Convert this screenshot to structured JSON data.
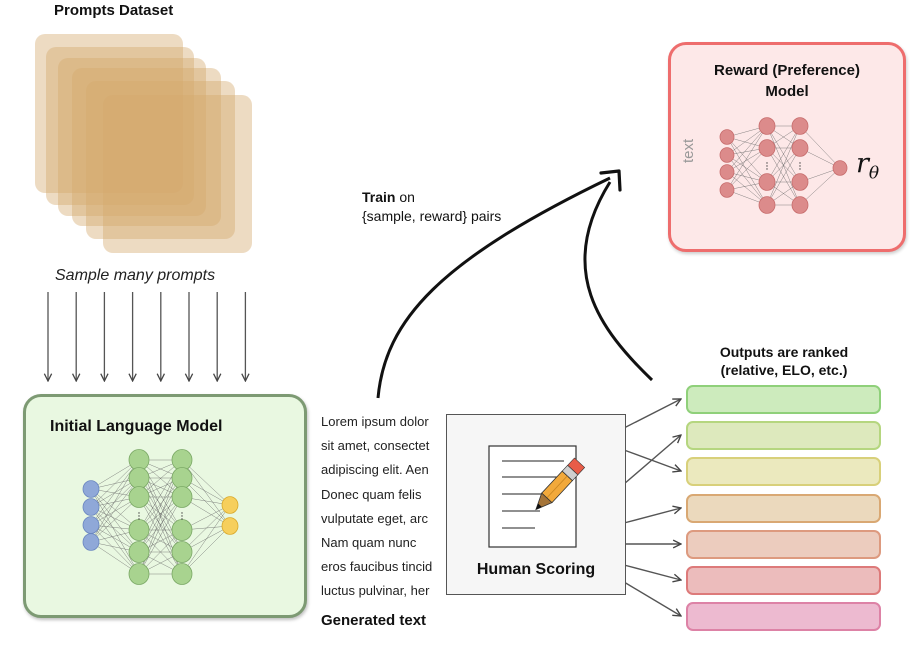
{
  "prompts_dataset": {
    "title": "Prompts Dataset",
    "sample_label": "Sample many prompts",
    "sample_arrow_count": 8
  },
  "initial_lm": {
    "title": "Initial Language Model",
    "network": {
      "input_nodes": 4,
      "hidden_layers": 2,
      "hidden_nodes_per_layer": 6,
      "output_nodes": 2
    },
    "colors": {
      "fill": "#e9f8e1",
      "border": "#7d9a73",
      "input_node": "#8fa8d8",
      "hidden_node": "#a8d38f",
      "output_node": "#f6cf5c"
    }
  },
  "generated_text": {
    "lines": [
      "Lorem ipsum dolor",
      "sit amet, consectet",
      "adipiscing elit. Aen",
      "Donec quam felis",
      "vulputate eget, arc",
      "Nam quam nunc",
      "eros faucibus tincid",
      "luctus pulvinar, her"
    ],
    "title": "Generated text"
  },
  "human_scoring": {
    "label": "Human Scoring",
    "icon": "document-pencil-icon"
  },
  "train_label": {
    "bold": "Train",
    "rest_line1": " on",
    "line2": "{sample, reward} pairs"
  },
  "reward_model": {
    "title_line1": "Reward (Preference)",
    "title_line2": "Model",
    "input_label": "text",
    "output_symbol": "r",
    "output_subscript": "θ",
    "network": {
      "input_nodes": 4,
      "hidden_layers": 2,
      "hidden_nodes_per_layer": 4,
      "output_nodes": 1
    },
    "colors": {
      "fill": "#fde8e8",
      "border": "#ee6d6d",
      "node": "#dc8b8b"
    }
  },
  "ranked_outputs": {
    "title_line1": "Outputs are ranked",
    "title_line2": "(relative, ELO, etc.)",
    "boxes": [
      {
        "fill": "#cdebbd",
        "border": "#8fd07a"
      },
      {
        "fill": "#dde9bd",
        "border": "#b5d67f"
      },
      {
        "fill": "#ebe9be",
        "border": "#d8d07a"
      },
      {
        "fill": "#ebd9bd",
        "border": "#d9a873"
      },
      {
        "fill": "#ecccbe",
        "border": "#dd9a7f"
      },
      {
        "fill": "#ecbcbc",
        "border": "#dd7a7a"
      },
      {
        "fill": "#edbad0",
        "border": "#dd82a6"
      }
    ]
  }
}
